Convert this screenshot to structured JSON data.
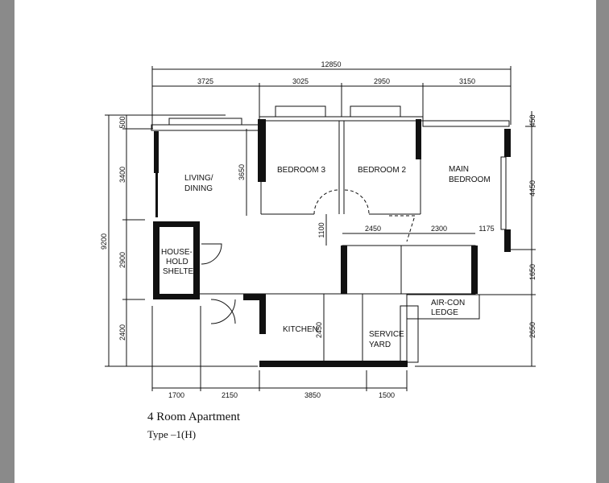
{
  "plan": {
    "overall_width": "12850",
    "top_dims": [
      "3725",
      "3025",
      "2950",
      "3150"
    ],
    "bottom_dims": [
      "1700",
      "2150",
      "3850",
      "1500"
    ],
    "left_overall": "9200",
    "left_dims": [
      "500",
      "3400",
      "2900",
      "2400"
    ],
    "right_dims": [
      "450",
      "4450",
      "1650",
      "2650"
    ],
    "inner_dims": {
      "living_depth": "3650",
      "corridor": "1100",
      "bath_widths": [
        "2450",
        "2300",
        "1175"
      ],
      "kitchen_depth": "2450"
    },
    "rooms": {
      "living": [
        "LIVING/",
        "DINING"
      ],
      "bedroom3": "BEDROOM  3",
      "bedroom2": "BEDROOM  2",
      "main_bedroom": [
        "MAIN",
        "BEDROOM"
      ],
      "shelter": [
        "HOUSE-",
        "HOLD",
        "SHELTER"
      ],
      "kitchen": "KITCHEN",
      "service_yard": [
        "SERVICE",
        "YARD"
      ],
      "aircon": [
        "AIR-CON",
        "LEDGE"
      ]
    }
  },
  "caption": {
    "title": "4 Room Apartment",
    "subtitle": "Type  –1(H)"
  }
}
